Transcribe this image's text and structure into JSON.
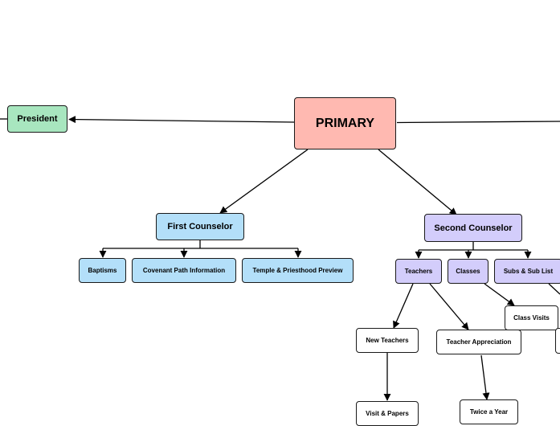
{
  "diagram": {
    "colors": {
      "root": "#ffb9b1",
      "president": "#a8e6bf",
      "first_counselor": "#b3dff9",
      "second_counselor": "#d3cdfb",
      "leaf": "#ffffff",
      "line": "#000000"
    },
    "nodes": {
      "primary": "PRIMARY",
      "president": "President",
      "first_counselor": "First Counselor",
      "baptisms": "Baptisms",
      "covenant_path": "Covenant Path Information",
      "temple_priesthood": "Temple & Priesthood Preview",
      "second_counselor": "Second Counselor",
      "teachers": "Teachers",
      "classes": "Classes",
      "subs": "Subs & Sub List",
      "class_visits": "Class Visits",
      "new_teachers": "New Teachers",
      "teacher_appreciation": "Teacher Appreciation",
      "visit_papers": "Visit & Papers",
      "twice_year": "Twice a Year",
      "offscreen_node": ""
    },
    "edges": [
      [
        "primary",
        "president"
      ],
      [
        "primary",
        "right-offscreen"
      ],
      [
        "primary",
        "first_counselor"
      ],
      [
        "primary",
        "second_counselor"
      ],
      [
        "first_counselor",
        "baptisms"
      ],
      [
        "first_counselor",
        "covenant_path"
      ],
      [
        "first_counselor",
        "temple_priesthood"
      ],
      [
        "second_counselor",
        "teachers"
      ],
      [
        "second_counselor",
        "classes"
      ],
      [
        "second_counselor",
        "subs"
      ],
      [
        "teachers",
        "new_teachers"
      ],
      [
        "teachers",
        "teacher_appreciation"
      ],
      [
        "classes",
        "class_visits"
      ],
      [
        "subs",
        "offscreen_node"
      ],
      [
        "new_teachers",
        "visit_papers"
      ],
      [
        "teacher_appreciation",
        "twice_year"
      ]
    ]
  }
}
